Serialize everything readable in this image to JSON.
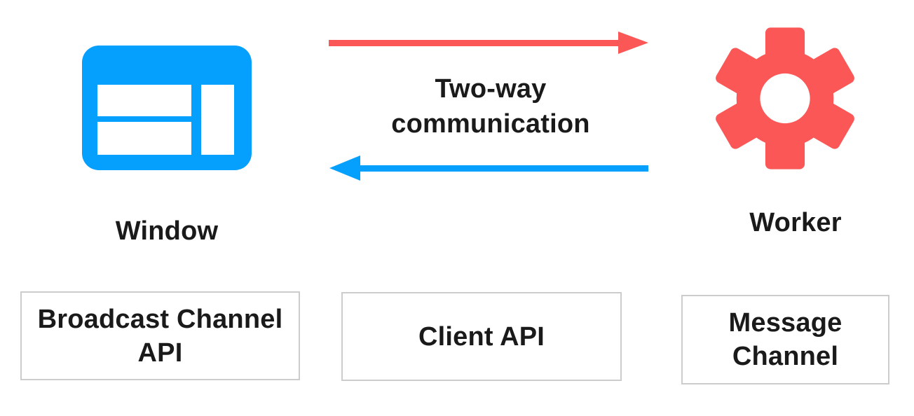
{
  "colors": {
    "blue": "#05a0fe",
    "red": "#fb5757",
    "boxborder": "#cccccc",
    "text": "#1a1a1a",
    "bg": "#ffffff"
  },
  "nodes": {
    "window": {
      "label": "Window",
      "icon": "browser-window-icon",
      "color": "#05a0fe"
    },
    "worker": {
      "label": "Worker",
      "icon": "gear-icon",
      "color": "#fb5757"
    }
  },
  "connection": {
    "label": "Two-way communication",
    "forward_arrow": {
      "from": "Window",
      "to": "Worker",
      "direction": "right",
      "color": "#fb5757"
    },
    "backward_arrow": {
      "from": "Worker",
      "to": "Window",
      "direction": "left",
      "color": "#05a0fe"
    }
  },
  "api_boxes": [
    {
      "label": "Broadcast Channel API"
    },
    {
      "label": "Client API"
    },
    {
      "label": "Message Channel"
    }
  ]
}
